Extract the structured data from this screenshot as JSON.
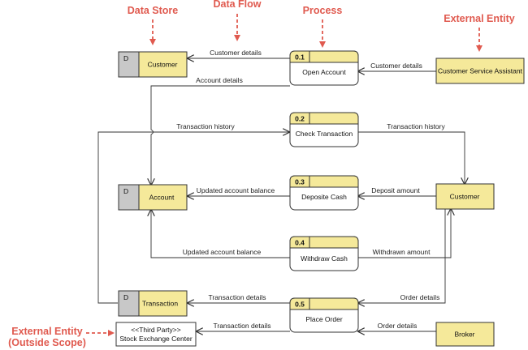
{
  "annotations": {
    "data_store": "Data Store",
    "data_flow": "Data Flow",
    "process": "Process",
    "external_entity": "External Entity",
    "external_entity_outside_line1": "External Entity",
    "external_entity_outside_line2": "(Outside Scope)",
    "color": "#e05a4f"
  },
  "data_stores": {
    "customer": {
      "id": "D",
      "label": "Customer"
    },
    "account": {
      "id": "D",
      "label": "Account"
    },
    "transaction": {
      "id": "D",
      "label": "Transaction"
    }
  },
  "processes": {
    "p01": {
      "id": "0.1",
      "label": "Open Account"
    },
    "p02": {
      "id": "0.2",
      "label": "Check Transaction"
    },
    "p03": {
      "id": "0.3",
      "label": "Deposite Cash"
    },
    "p04": {
      "id": "0.4",
      "label": "Withdraw Cash"
    },
    "p05": {
      "id": "0.5",
      "label": "Place Order"
    }
  },
  "entities": {
    "csa": {
      "label": "Customer Service Assistant"
    },
    "customer": {
      "label": "Customer"
    },
    "broker": {
      "label": "Broker"
    },
    "third_party_line1": "<<Third Party>>",
    "third_party_line2": "Stock Exchange Center"
  },
  "flows": {
    "customer_details_1": "Customer details",
    "customer_details_2": "Customer details",
    "account_details": "Account details",
    "transaction_history_1": "Transaction history",
    "transaction_history_2": "Transaction history",
    "updated_balance_1": "Updated account balance",
    "deposit_amount": "Deposit amount",
    "updated_balance_2": "Updated account balance",
    "withdrawn_amount": "Withdrawn amount",
    "transaction_details_1": "Transaction details",
    "order_details_1": "Order details",
    "transaction_details_2": "Transaction details",
    "order_details_2": "Order details"
  },
  "colors": {
    "fill": "#f5e99a",
    "stroke": "#333333",
    "store_id_fill": "#c8c8c8"
  }
}
